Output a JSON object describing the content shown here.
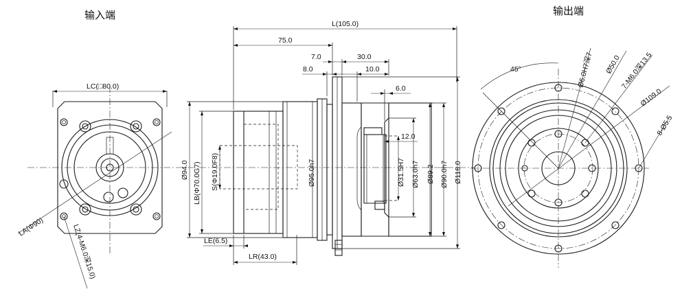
{
  "titles": {
    "input_end": "输入端",
    "output_end": "输出端"
  },
  "dims": {
    "L": "L(105.0)",
    "d75": "75.0",
    "d7": "7.0",
    "d30": "30.0",
    "d8": "8.0",
    "d10": "10.0",
    "d6": "6.0",
    "d12": "12.0",
    "LC": "LC(□80.0)",
    "LA": "LA(Φ90)",
    "LZ": "LZ(4-M6.0深15.0)",
    "d94": "Ø94.0",
    "LB": "LB(Φ70.0G7)",
    "S": "S(Φ19.0F8)",
    "d95": "Ø95.0h7",
    "d31": "Ø31.5H7",
    "d63": "Ø63.0h7",
    "d892": "Ø89.2",
    "d90": "Ø90.0h7",
    "d118": "Ø118.0",
    "LE": "LE(6.5)",
    "LR": "LR(43.0)",
    "a45": "45°",
    "d6h7": "Ø6.0H7深7",
    "d50": "Ø50.0",
    "m6": "7-M6.0深13.5",
    "d109": "Ø109.0",
    "d55": "8-Ø5.5"
  }
}
